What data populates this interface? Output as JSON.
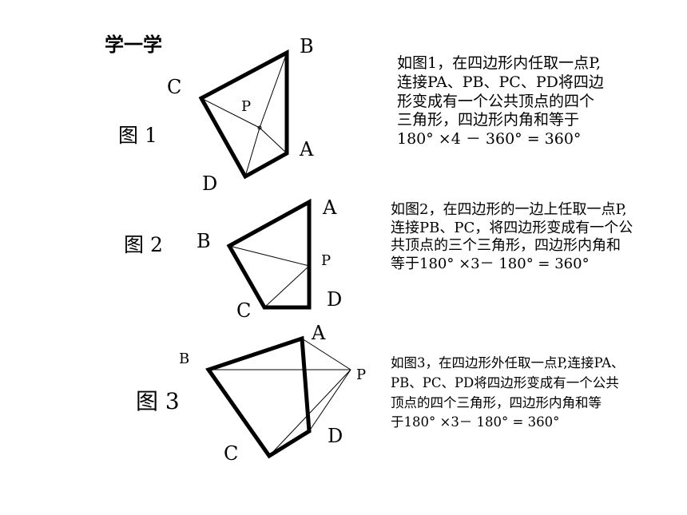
{
  "title": "学一学",
  "figures": [
    {
      "label": "图 1",
      "vertices": {
        "A": "A",
        "B": "B",
        "C": "C",
        "D": "D",
        "P": "P"
      },
      "description": [
        "如图1，在四边形内任取一点P,",
        "连接PA、PB、PC、PD将四边",
        "形变成有一个公共顶点的四个",
        "三角形，四边形内角和等于",
        "180° ×4 － 360° = 360°"
      ]
    },
    {
      "label": "图 2",
      "vertices": {
        "A": "A",
        "B": "B",
        "C": "C",
        "D": "D",
        "P": "P"
      },
      "description": [
        "如图2，在四边形的一边上任取一点P,",
        "连接PB、PC，将四边形变成有一个公",
        "共顶点的三个三角形，四边形内角和",
        "等于180° ×3－ 180° = 360°"
      ]
    },
    {
      "label": "图 3",
      "vertices": {
        "A": "A",
        "B": "B",
        "C": "C",
        "D": "D",
        "P": "P"
      },
      "description": [
        "如图3，在四边形外任取一点P,连接PA、",
        "PB、PC、PD将四边形变成有一个公共",
        "顶点的四个三角形，四边形内角和等",
        "于180° ×3－ 180° = 360°"
      ]
    }
  ]
}
